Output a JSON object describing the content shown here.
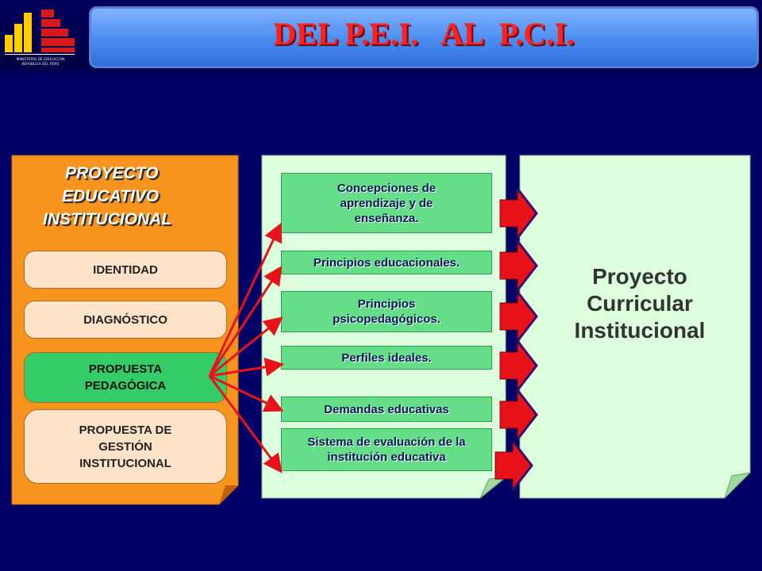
{
  "header": {
    "title": "DEL P.E.I.   AL  P.C.I.",
    "logo": {
      "line1": "MINISTERIO DE EDUCACIÓN",
      "line2": "REPÚBLICA DEL PERÚ"
    }
  },
  "pei": {
    "title_lines": [
      "PROYECTO",
      "EDUCATIVO",
      "INSTITUCIONAL"
    ],
    "identidad": "IDENTIDAD",
    "diagnostico": "DIAGNÓSTICO",
    "propuesta_pedagogica_lines": [
      "PROPUESTA",
      "PEDAGÓGICA"
    ],
    "propuesta_gestion_lines": [
      "PROPUESTA DE",
      "GESTIÓN",
      "INSTITUCIONAL"
    ]
  },
  "components": {
    "items": [
      [
        "Concepciones de",
        "aprendizaje y de",
        "enseñanza."
      ],
      [
        "Principios educacionales."
      ],
      [
        "Principios",
        "psicopedagógicos."
      ],
      [
        "Perfiles ideales."
      ],
      [
        "Demandas educativas"
      ],
      [
        "Sistema de evaluación de la",
        "institución educativa"
      ]
    ]
  },
  "pci": {
    "title_lines": [
      "Proyecto",
      "Curricular",
      "Institucional"
    ]
  },
  "colors": {
    "background": "#000066",
    "title_text": "#ff2020",
    "pei_panel": "#f7941e",
    "component_panel": "#ddffdd",
    "item_box": "#66dd88",
    "arrow": "#e8121a",
    "connector": "#e8121a"
  }
}
